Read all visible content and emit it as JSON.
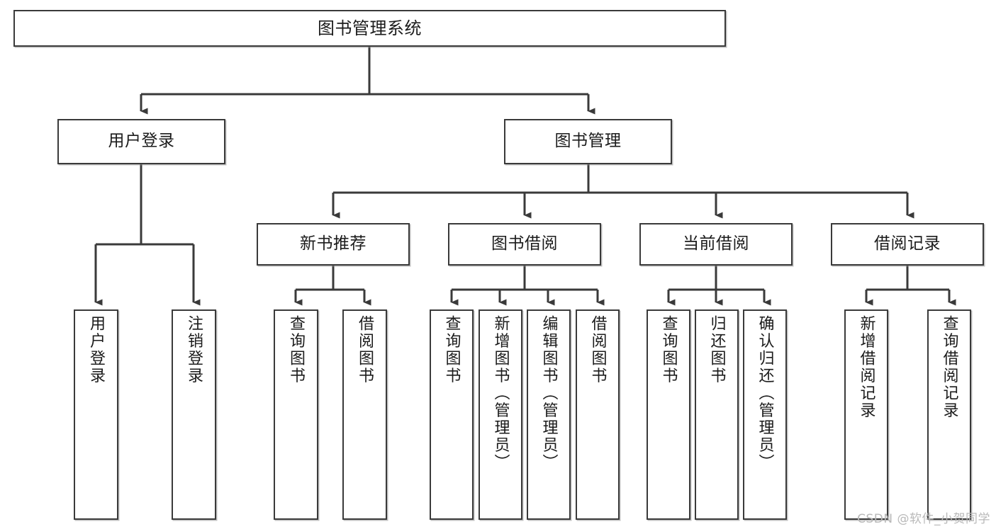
{
  "diagram": {
    "title": "图书管理系统",
    "type": "tree",
    "watermark": "CSDN @软件_小贺同学",
    "colors": {
      "box_border": "#3a3a3a",
      "box_fill": "#ffffff",
      "edge": "#3a3a3a",
      "text": "#1b1b1b",
      "watermark": "#b9b9b9"
    },
    "nodes": {
      "root": {
        "label": "图书管理系统",
        "level": 1,
        "orientation": "horizontal"
      },
      "l2": [
        {
          "id": "user-login",
          "label": "用户登录",
          "level": 2,
          "orientation": "horizontal"
        },
        {
          "id": "book-manage",
          "label": "图书管理",
          "level": 2,
          "orientation": "horizontal"
        }
      ],
      "l3": [
        {
          "id": "new-book-rec",
          "label": "新书推荐",
          "level": 3,
          "orientation": "horizontal"
        },
        {
          "id": "book-borrow",
          "label": "图书借阅",
          "level": 3,
          "orientation": "horizontal"
        },
        {
          "id": "current-borrow",
          "label": "当前借阅",
          "level": 3,
          "orientation": "horizontal"
        },
        {
          "id": "borrow-record",
          "label": "借阅记录",
          "level": 3,
          "orientation": "horizontal"
        }
      ],
      "leaves": [
        {
          "id": "leaf-user-login",
          "label": "用户登录",
          "parent": "user-login",
          "orientation": "vertical"
        },
        {
          "id": "leaf-user-logout",
          "label": "注销登录",
          "parent": "user-login",
          "orientation": "vertical"
        },
        {
          "id": "leaf-query-book-1",
          "label": "查询图书",
          "parent": "new-book-rec",
          "orientation": "vertical"
        },
        {
          "id": "leaf-borrow-book-1",
          "label": "借阅图书",
          "parent": "new-book-rec",
          "orientation": "vertical"
        },
        {
          "id": "leaf-query-book-2",
          "label": "查询图书",
          "parent": "book-borrow",
          "orientation": "vertical"
        },
        {
          "id": "leaf-add-book",
          "label": "新增图书（管理员）",
          "parent": "book-borrow",
          "orientation": "vertical"
        },
        {
          "id": "leaf-edit-book",
          "label": "编辑图书（管理员）",
          "parent": "book-borrow",
          "orientation": "vertical"
        },
        {
          "id": "leaf-borrow-book-2",
          "label": "借阅图书",
          "parent": "book-borrow",
          "orientation": "vertical"
        },
        {
          "id": "leaf-query-book-3",
          "label": "查询图书",
          "parent": "current-borrow",
          "orientation": "vertical"
        },
        {
          "id": "leaf-return-book",
          "label": "归还图书",
          "parent": "current-borrow",
          "orientation": "vertical"
        },
        {
          "id": "leaf-confirm-return",
          "label": "确认归还（管理员）",
          "parent": "current-borrow",
          "orientation": "vertical"
        },
        {
          "id": "leaf-add-record",
          "label": "新增借阅记录",
          "parent": "borrow-record",
          "orientation": "vertical"
        },
        {
          "id": "leaf-query-record",
          "label": "查询借阅记录",
          "parent": "borrow-record",
          "orientation": "vertical"
        }
      ]
    }
  }
}
